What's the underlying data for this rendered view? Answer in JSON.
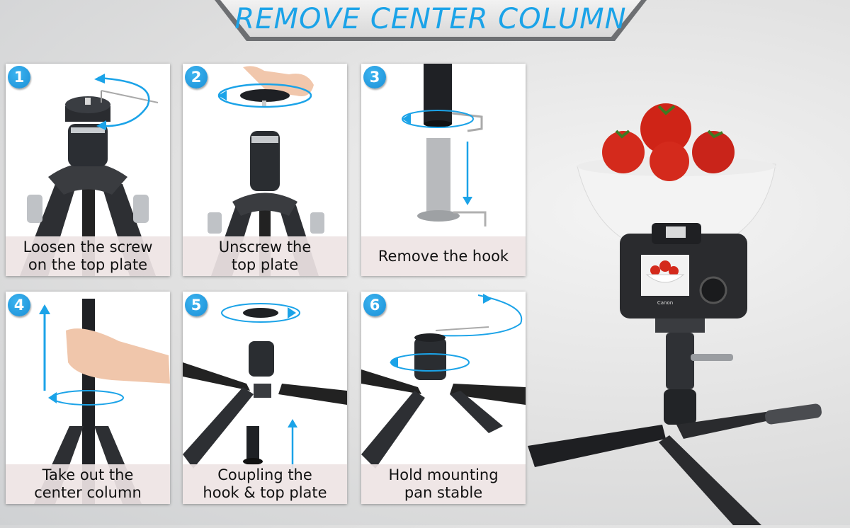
{
  "banner": {
    "title": "REMOVE CENTER COLUMN",
    "color": "#1ba3e8"
  },
  "steps": [
    {
      "number": "1",
      "caption": "Loosen the screw\non the top plate"
    },
    {
      "number": "2",
      "caption": "Unscrew the\ntop plate"
    },
    {
      "number": "3",
      "caption": "Remove the hook"
    },
    {
      "number": "4",
      "caption": "Take out the\ncenter column"
    },
    {
      "number": "5",
      "caption": "Coupling the\nhook & top plate"
    },
    {
      "number": "6",
      "caption": "Hold mounting\npan stable"
    }
  ],
  "scene": {
    "camera_brand": "Canon"
  },
  "colors": {
    "accent": "#1ba3e8",
    "caption_bg": "#eee4e4"
  }
}
